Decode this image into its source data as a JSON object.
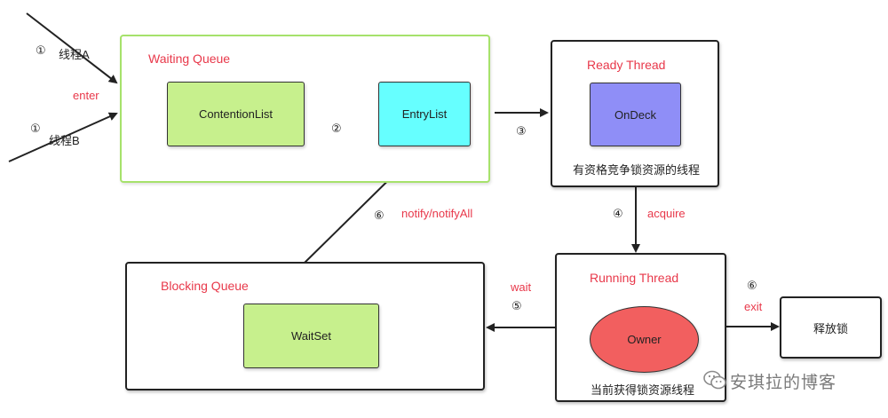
{
  "waiting_queue": {
    "title": "Waiting Queue",
    "contention_list": "ContentionList",
    "entry_list": "EntryList"
  },
  "ready_thread": {
    "title": "Ready Thread",
    "ondeck": "OnDeck",
    "caption": "有资格竞争锁资源的线程"
  },
  "running_thread": {
    "title": "Running Thread",
    "owner": "Owner",
    "caption": "当前获得锁资源线程"
  },
  "blocking_queue": {
    "title": "Blocking Queue",
    "waitset": "WaitSet"
  },
  "release_box": {
    "label": "释放锁"
  },
  "labels": {
    "step1_a": "①",
    "thread_a": "线程A",
    "step1_b": "①",
    "thread_b": "线程B",
    "enter": "enter",
    "step2": "②",
    "step3": "③",
    "step4": "④",
    "acquire": "acquire",
    "step5": "⑤",
    "wait": "wait",
    "step6_exit": "⑥",
    "exit": "exit",
    "step6_notify": "⑥",
    "notify": "notify/notifyAll"
  },
  "watermark": "安琪拉的博客",
  "colors": {
    "accent_red": "#e8384a",
    "contention_fill": "#c7f08d",
    "entry_fill": "#66ffff",
    "ondeck_fill": "#8f8ef7",
    "waitset_fill": "#c7f08d",
    "owner_fill": "#f25f5f",
    "waiting_border": "#a6e26b"
  }
}
